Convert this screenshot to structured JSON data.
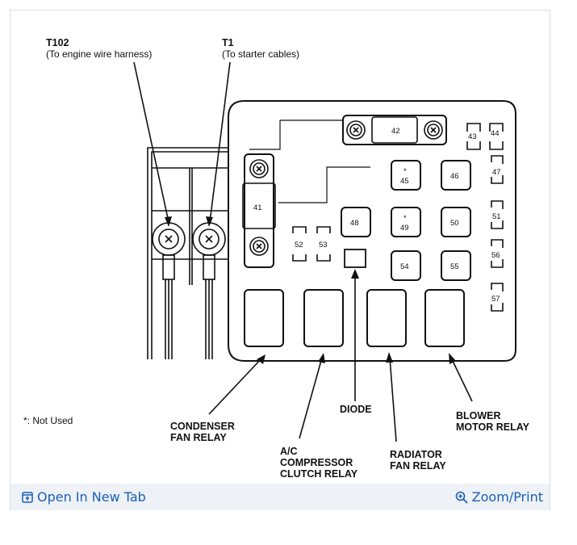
{
  "callouts": {
    "t102": {
      "id": "T102",
      "desc": "(To engine wire harness)"
    },
    "t1": {
      "id": "T1",
      "desc": "(To starter cables)"
    }
  },
  "note": "*:  Not Used",
  "fuses": {
    "f41": "41",
    "f42": "42",
    "f43": "43",
    "f44": "44",
    "f45": "45",
    "f46": "46",
    "f47": "47",
    "f48": "48",
    "f49": "49",
    "f50": "50",
    "f51": "51",
    "f52": "52",
    "f53": "53",
    "f54": "54",
    "f55": "55",
    "f56": "56",
    "f57": "57",
    "star": "*"
  },
  "labels": {
    "condenser_l1": "CONDENSER",
    "condenser_l2": "FAN RELAY",
    "ac_l1": "A/C",
    "ac_l2": "COMPRESSOR",
    "ac_l3": "CLUTCH RELAY",
    "diode": "DIODE",
    "radiator_l1": "RADIATOR",
    "radiator_l2": "FAN RELAY",
    "blower_l1": "BLOWER",
    "blower_l2": "MOTOR RELAY"
  },
  "footer": {
    "open_tab": "Open In New Tab",
    "zoom_print": "Zoom/Print",
    "link_color": "#1a5fb4"
  },
  "icons": {
    "open_tab": "open-in-new-tab-icon",
    "zoom": "zoom-in-icon"
  }
}
